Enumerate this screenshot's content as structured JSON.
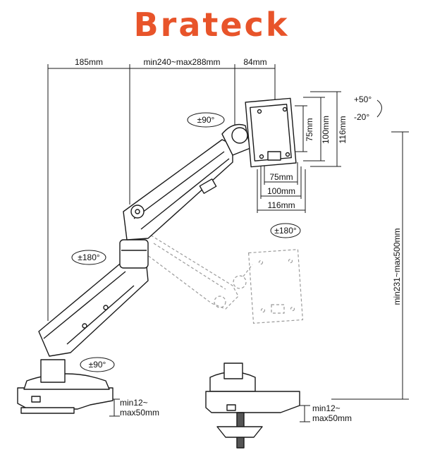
{
  "brand": {
    "name": "Brateck",
    "color": "#e8542a"
  },
  "dimensions": {
    "top_left": "185mm",
    "top_mid": "min240~max288mm",
    "top_right": "84mm",
    "vesa_75_h": "75mm",
    "vesa_100_h": "100mm",
    "vesa_116_h": "116mm",
    "vesa_75_w": "75mm",
    "vesa_100_w": "100mm",
    "vesa_116_w": "116mm",
    "height_range": "min231~max500mm",
    "clamp_left_1": "min12~",
    "clamp_left_2": "max50mm",
    "clamp_right_1": "min12~",
    "clamp_right_2": "max50mm"
  },
  "rotations": {
    "head_swivel": "±90°",
    "tilt_up": "+50°",
    "tilt_down": "-20°",
    "panel_rotate": "±180°",
    "elbow": "±180°",
    "base": "±90°"
  },
  "colors": {
    "line": "#1a1a1a",
    "dashed": "#9a9a9a",
    "fill": "#ffffff"
  }
}
